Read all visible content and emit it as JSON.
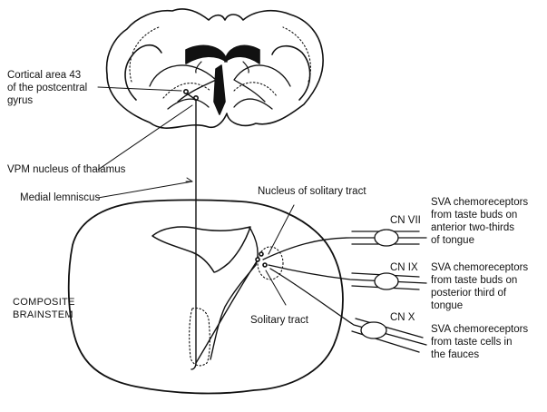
{
  "labels": {
    "cortical_area": [
      "Cortical area 43",
      "of the postcentral",
      "gyrus"
    ],
    "vpm_nucleus": "VPM nucleus of thalamus",
    "medial_lemniscus": "Medial lemniscus",
    "nucleus_solitary_tract": "Nucleus of solitary tract",
    "composite_brainstem": [
      "COMPOSITE",
      "BRAINSTEM"
    ],
    "solitary_tract": "Solitary tract",
    "cn_vii": "CN VII",
    "cn_ix": "CN IX",
    "cn_x": "CN X",
    "sva_cn_vii": [
      "SVA chemoreceptors",
      "from taste buds on",
      "anterior two-thirds",
      "of tongue"
    ],
    "sva_cn_ix": [
      "SVA chemoreceptors",
      "from taste buds on",
      "posterior third of",
      "tongue"
    ],
    "sva_cn_x": [
      "SVA chemoreceptors",
      "from taste cells in",
      "the fauces"
    ]
  },
  "colors": {
    "ink": "#111111",
    "background": "#ffffff"
  }
}
